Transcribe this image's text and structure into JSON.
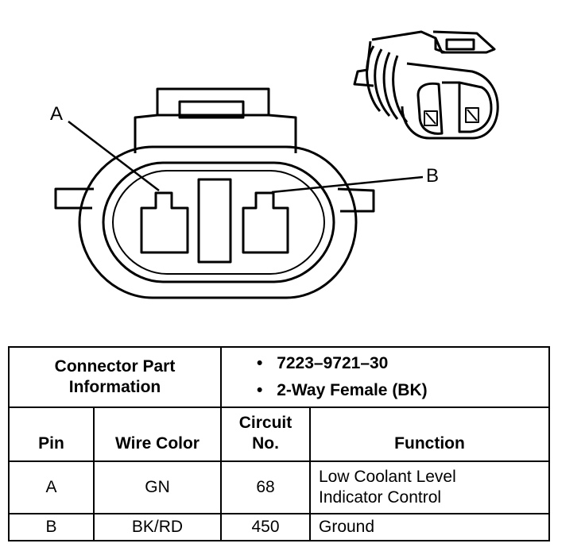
{
  "callouts": {
    "pin_a": "A",
    "pin_b": "B"
  },
  "part_info": {
    "label_line1": "Connector Part",
    "label_line2": "Information",
    "bullet": "•",
    "items": [
      "7223–9721–30",
      "2-Way Female (BK)"
    ]
  },
  "table": {
    "headers": {
      "pin": "Pin",
      "wire_color": "Wire Color",
      "circuit_line1": "Circuit",
      "circuit_line2": "No.",
      "function": "Function"
    },
    "rows": [
      {
        "pin": "A",
        "wire_color": "GN",
        "circuit": "68",
        "function_line1": "Low Coolant Level",
        "function_line2": "Indicator Control"
      },
      {
        "pin": "B",
        "wire_color": "BK/RD",
        "circuit": "450",
        "function_line1": "Ground",
        "function_line2": ""
      }
    ]
  }
}
